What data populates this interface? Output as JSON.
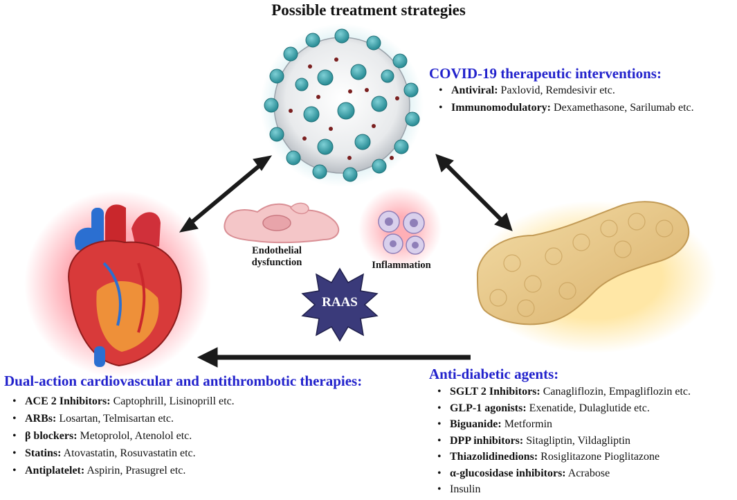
{
  "title": "Possible treatment strategies",
  "covid": {
    "heading": "COVID-19 therapeutic interventions:",
    "items": [
      {
        "label": "Antiviral:",
        "text": "Paxlovid, Remdesivir  etc."
      },
      {
        "label": "Immunomodulatory:",
        "text": "Dexamethasone, Sarilumab etc."
      }
    ]
  },
  "cardio": {
    "heading": "Dual-action cardiovascular and antithrombotic therapies:",
    "items": [
      {
        "label": "ACE 2  Inhibitors:",
        "text": "Captophrill, Lisinoprill  etc."
      },
      {
        "label": "ARBs:",
        "text": "Losartan, Telmisartan etc."
      },
      {
        "label": "β  blockers:",
        "text": "Metoprolol, Atenolol etc."
      },
      {
        "label": "Statins:",
        "text": "Atovastatin, Rosuvastatin etc."
      },
      {
        "label": "Antiplatelet:",
        "text": "Aspirin, Prasugrel etc."
      }
    ]
  },
  "diabetes": {
    "heading": "Anti-diabetic agents:",
    "items": [
      {
        "label": "SGLT 2  Inhibitors:",
        "text": "Canagliflozin, Empagliflozin  etc."
      },
      {
        "label": "GLP-1 agonists:",
        "text": "Exenatide, Dulaglutide etc."
      },
      {
        "label": "Biguanide:",
        "text": "Metformin"
      },
      {
        "label": "DPP inhibitors:",
        "text": "Sitagliptin,  Vildagliptin"
      },
      {
        "label": "Thiazolidinedions:",
        "text": "Rosiglitazone Pioglitazone"
      },
      {
        "label": "α-glucosidase inhibitors:",
        "text": "Acrabose"
      },
      {
        "label": "",
        "text": "Insulin"
      }
    ]
  },
  "labels": {
    "endothelial_line1": "Endothelial",
    "endothelial_line2": "dysfunction",
    "inflammation": "Inflammation",
    "raas": "RAAS"
  },
  "colors": {
    "heading": "#2222cc",
    "raas_star": "#3a3a7a",
    "arrow": "#1a1a1a"
  }
}
